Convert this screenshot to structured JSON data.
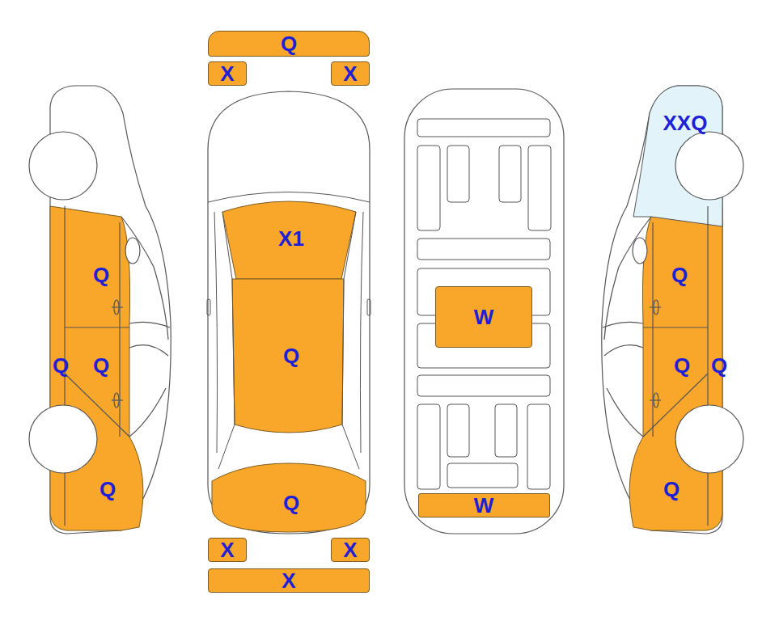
{
  "diagram": {
    "nodes": [
      {
        "text": [
          "Q"
        ]
      },
      {
        "text": [
          "X"
        ]
      },
      {
        "text": [
          "X"
        ]
      },
      {
        "text": [
          "Q"
        ]
      },
      {
        "text": [
          "Q"
        ]
      },
      {
        "text": [
          "Q"
        ]
      },
      {
        "text": [
          "Q"
        ]
      },
      {
        "text": [
          "X1"
        ]
      },
      {
        "text": [
          "Q"
        ]
      },
      {
        "text": [
          "Q"
        ]
      },
      {
        "text": [
          "X"
        ]
      },
      {
        "text": [
          "X"
        ]
      },
      {
        "text": [
          "X"
        ]
      },
      {
        "text": [
          "W"
        ]
      },
      {
        "text": [
          "W"
        ]
      },
      {
        "text": [
          "XXQ"
        ]
      },
      {
        "text": [
          "Q"
        ]
      },
      {
        "text": [
          "Q"
        ]
      },
      {
        "text": [
          "Q"
        ]
      },
      {
        "text": [
          "Q"
        ]
      }
    ]
  }
}
